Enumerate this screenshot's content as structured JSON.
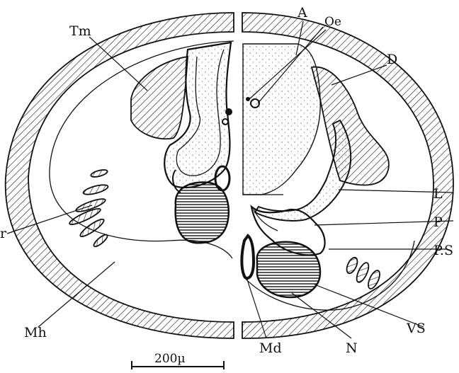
{
  "figure": {
    "labels": {
      "A": "A",
      "Oe": "Oe",
      "D": "D",
      "Tm": "Tm",
      "L": "L",
      "P": "P",
      "PS": "P.S",
      "VS": "VS",
      "N": "N",
      "Md": "Md",
      "Mh": "Mh",
      "r": "r"
    },
    "scale_bar": "200µ"
  }
}
